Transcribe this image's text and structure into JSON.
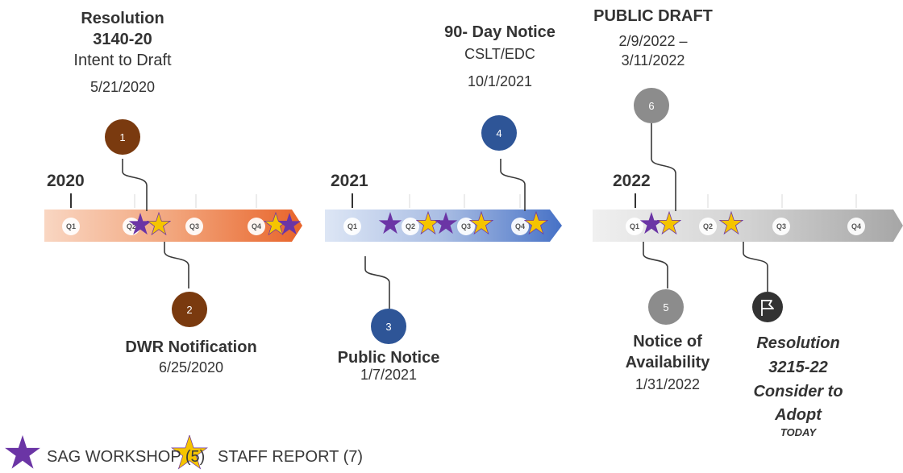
{
  "timeline": {
    "years": [
      "2020",
      "2021",
      "2022"
    ],
    "quarters": [
      "Q1",
      "Q2",
      "Q3",
      "Q4"
    ]
  },
  "milestones": {
    "m1": {
      "number": "1",
      "title_line1": "Resolution",
      "title_line2": "3140-20",
      "subtitle": "Intent to Draft",
      "date": "5/21/2020"
    },
    "m2": {
      "number": "2",
      "title": "DWR Notification",
      "date": "6/25/2020"
    },
    "m3": {
      "number": "3",
      "title": "Public Notice",
      "date": "1/7/2021"
    },
    "m4": {
      "number": "4",
      "title": "90- Day Notice",
      "subtitle": "CSLT/EDC",
      "date": "10/1/2021"
    },
    "m5": {
      "number": "5",
      "title_line1": "Notice of",
      "title_line2": "Availability",
      "date": "1/31/2022"
    },
    "m6": {
      "number": "6",
      "title": "PUBLIC DRAFT",
      "date_line1": "2/9/2022 –",
      "date_line2": "3/11/2022"
    },
    "final": {
      "line1": "Resolution",
      "line2": "3215-22",
      "line3": "Consider to",
      "line4": "Adopt",
      "line5": "TODAY"
    }
  },
  "legend": {
    "sag": "SAG WORKSHOP (5)",
    "staff": "STAFF REPORT (7)"
  },
  "colors": {
    "milestone_2020": "#7a3a0f",
    "milestone_2021": "#2e5597",
    "milestone_2022": "#8c8c8c",
    "flag": "#333333",
    "star_purple": "#6b35a5",
    "star_gold": "#f5c400"
  }
}
